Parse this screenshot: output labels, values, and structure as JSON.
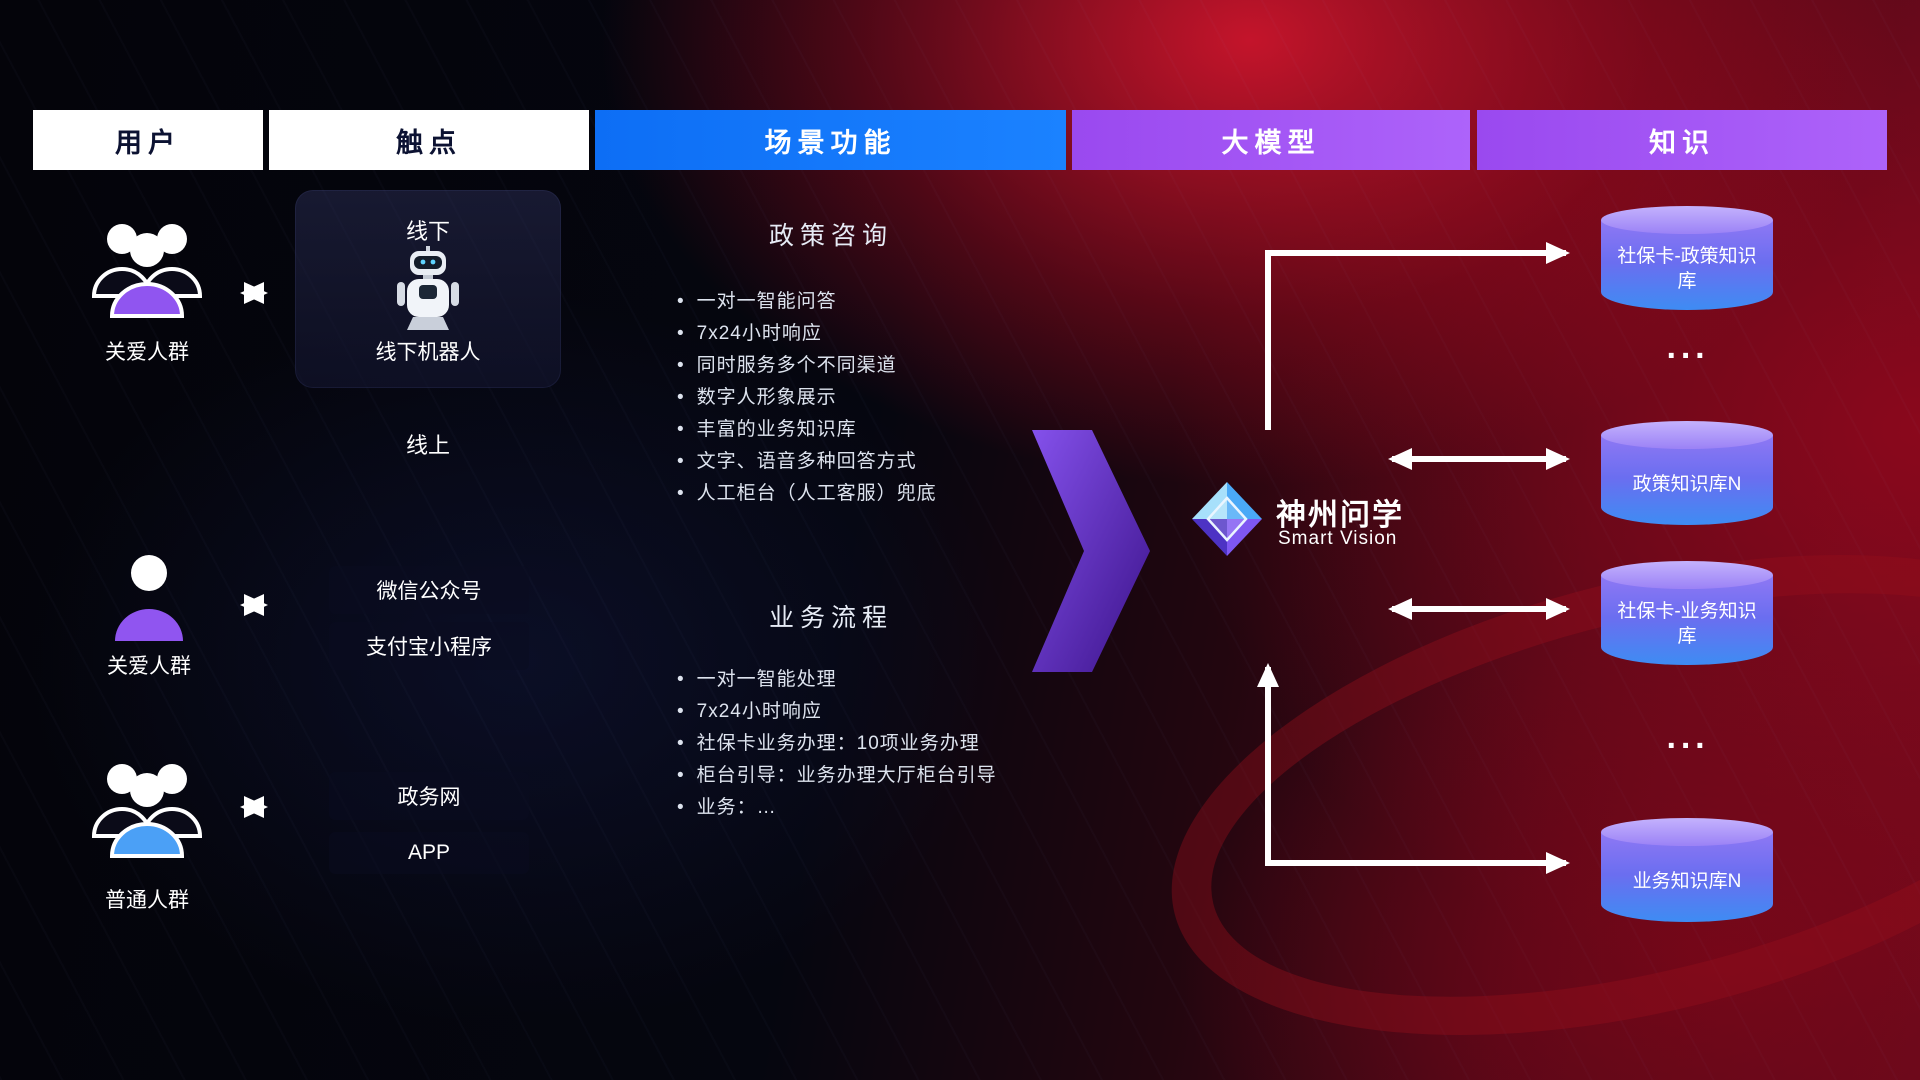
{
  "header": {
    "columns": [
      {
        "label": "用户"
      },
      {
        "label": "触点"
      },
      {
        "label": "场景功能"
      },
      {
        "label": "大模型"
      },
      {
        "label": "知识"
      }
    ]
  },
  "users": [
    {
      "label": "关爱人群"
    },
    {
      "label": "关爱人群"
    },
    {
      "label": "普通人群"
    }
  ],
  "touchpoints": {
    "offline_title": "线下",
    "offline_robot_label": "线下机器人",
    "online_title": "线上",
    "online_items": [
      "微信公众号",
      "支付宝小程序",
      "政务网",
      "APP"
    ]
  },
  "scenarios": {
    "policy": {
      "title": "政策咨询",
      "items": [
        "一对一智能问答",
        "7x24小时响应",
        "同时服务多个不同渠道",
        "数字人形象展示",
        "丰富的业务知识库",
        "文字、语音多种回答方式",
        "人工柜台（人工客服）兜底"
      ]
    },
    "business": {
      "title": "业务流程",
      "items": [
        "一对一智能处理",
        "7x24小时响应",
        "社保卡业务办理：10项业务办理",
        "柜台引导：业务办理大厅柜台引导",
        "业务：…"
      ]
    }
  },
  "model": {
    "brand": "神州问学",
    "subtitle": "Smart Vision"
  },
  "knowledge": {
    "cylinders": [
      "社保卡-政策知识库",
      "政策知识库N",
      "社保卡-业务知识库",
      "业务知识库N"
    ],
    "ellipsis": "···"
  },
  "colors": {
    "header_blue": "#1273f5",
    "header_purple": "#a14df0",
    "header_white": "#ffffff",
    "cylinder_top": "#b9a4fa",
    "cylinder_body_top": "#8f78f4",
    "cylinder_body_bottom": "#3e8cf3",
    "background_red": "#b50f22",
    "big_arrow_purple": "#6d3df0",
    "connector_white": "#ffffff"
  }
}
